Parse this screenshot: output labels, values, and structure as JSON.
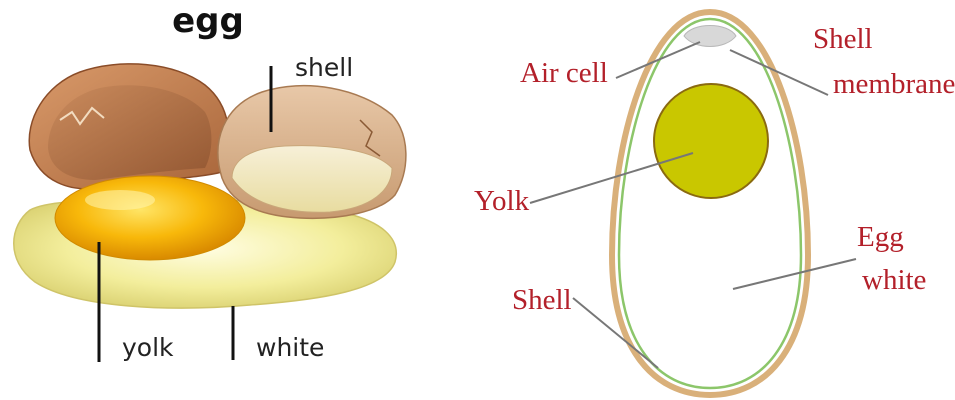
{
  "photo": {
    "title": "egg",
    "labels": {
      "shell": "shell",
      "yolk": "yolk",
      "white": "white"
    }
  },
  "diagram": {
    "labels": {
      "air_cell": "Air cell",
      "shell_membrane_line1": "Shell",
      "shell_membrane_line2": "membrane",
      "yolk": "Yolk",
      "egg_white_line1": "Egg",
      "egg_white_line2": "white",
      "shell": "Shell"
    },
    "colors": {
      "label_text": "#b3202a",
      "shell": "#d9b07a",
      "membrane": "#8cc66a",
      "yolk_fill": "#c9c700",
      "yolk_outline": "#8a6a10",
      "air_cell": "#d8d8d8",
      "leader_lines": "#777777"
    }
  }
}
